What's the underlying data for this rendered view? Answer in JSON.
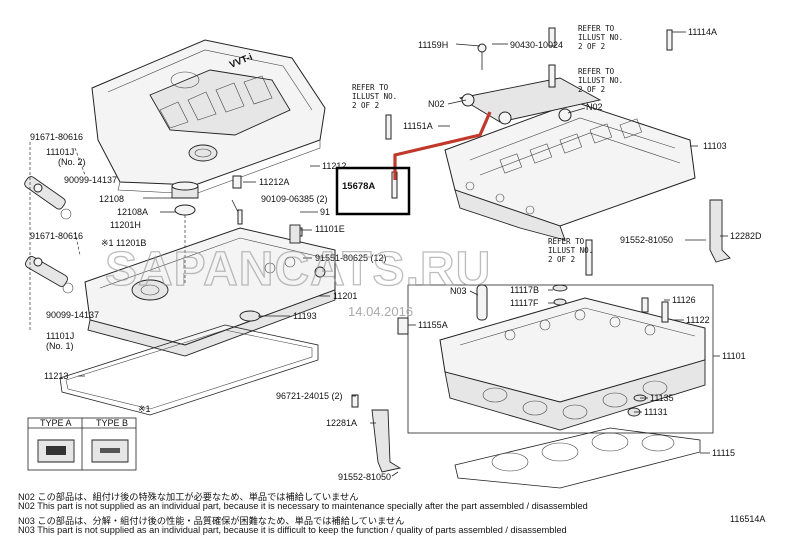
{
  "parts": {
    "p11159h": "11159H",
    "p90430": "90430-10024",
    "p11114a": "11114A",
    "pN02a": "N02",
    "pN02b": "N02",
    "p11151a": "11151A",
    "p11103": "11103",
    "p15678a": "15678A",
    "p91671_top": "91671-80616",
    "p11101j_top": "11101J",
    "p11101j_top_sub": "(No. 2)",
    "p90099_top": "90099-14137",
    "p12108": "12108",
    "p12108a": "12108A",
    "p11201h": "11201H",
    "p11201b": "※1 11201B",
    "p91671_mid": "91671-80616",
    "p11212": "11212",
    "p11212a": "11212A",
    "p90109": "90109-06385 (2)",
    "p91_trunc": "91",
    "p11101e": "11101E",
    "p91551": "91551-80625 (12)",
    "p11201": "11201",
    "p11193": "11193",
    "p90099_bot": "90099-14137",
    "p11101j_bot": "11101J",
    "p11101j_bot_sub": "(No. 1)",
    "p11213": "11213",
    "p91552_top": "91552-81050",
    "p12282d": "12282D",
    "pN03": "N03",
    "p11117b": "11117B",
    "p11117f": "11117F",
    "p11155a": "11155A",
    "p11126": "11126",
    "p11122": "11122",
    "p11101": "11101",
    "p96721": "96721-24015 (2)",
    "p11135": "11135",
    "p11131": "11131",
    "p12281a": "12281A",
    "p11115": "11115",
    "p91552_bot": "91552-81050"
  },
  "refers": {
    "r1": [
      "REFER TO",
      "ILLUST NO.",
      "2 OF 2"
    ],
    "r2": [
      "REFER TO",
      "ILLUST NO.",
      "2 OF 2"
    ],
    "r3": [
      "REFER TO",
      "ILLUST NO.",
      "2 OF 2"
    ],
    "r4": [
      "REFER TO",
      "ILLUST NO.",
      "2 OF 2"
    ]
  },
  "inset": {
    "star": "※1",
    "type_a": "TYPE A",
    "type_b": "TYPE B"
  },
  "watermark": {
    "text": "SAPANCATS.RU",
    "date": "14.04.2016"
  },
  "cover_logo": "VVT-i",
  "notes": [
    "N02  この部品は、組付け後の特殊な加工が必要なため、単品では補給していません",
    "N02  This part is not supplied as an individual part, because it is necessary to maintenance specially after the part assembled / disassembled",
    "N03  この部品は、分解・組付け後の性能・品質確保が困難なため、単品では補給していません",
    "N03  This part is not supplied as an individual part, because it is difficult to keep the function / quality of parts  assembled / disassembled"
  ],
  "figure_id": "116514A",
  "colors": {
    "highlight_line": "#c0392b",
    "highlight_box": "#000000"
  }
}
